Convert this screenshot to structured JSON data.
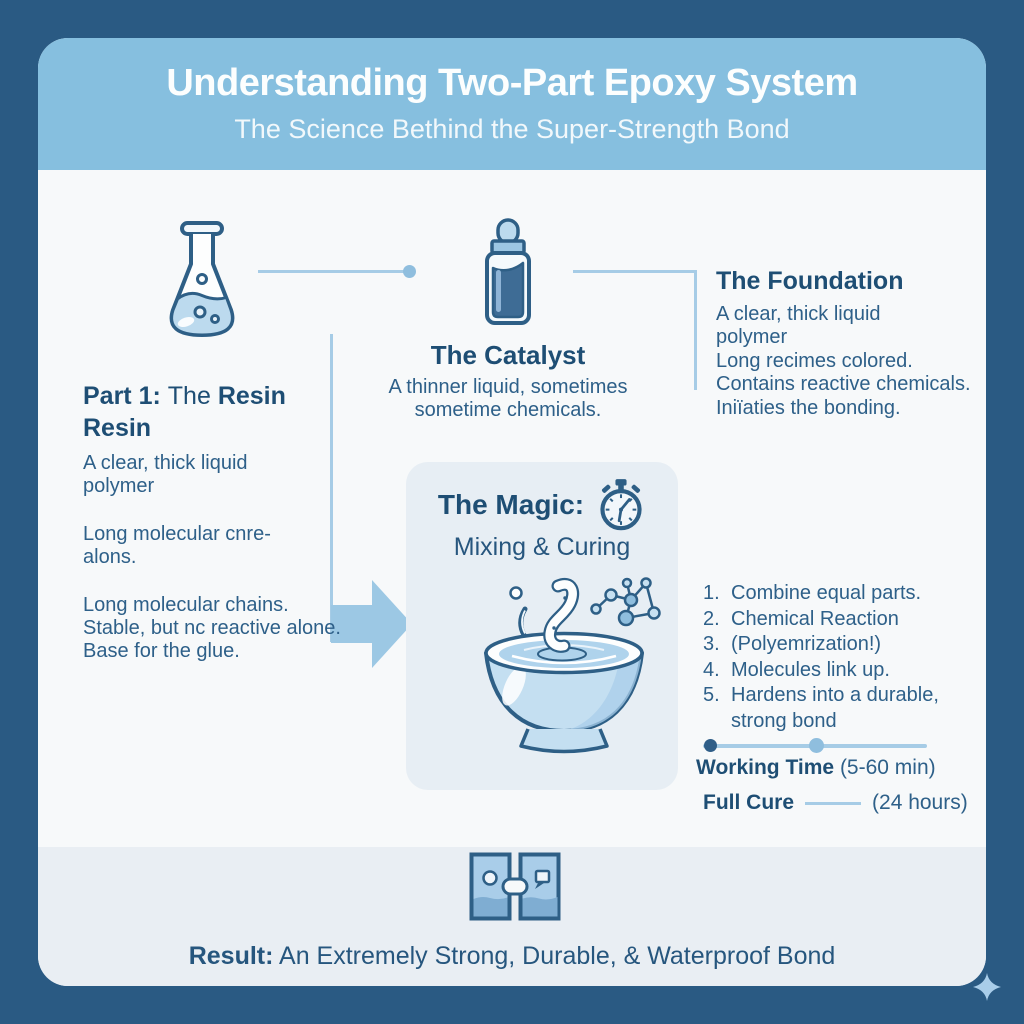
{
  "colors": {
    "outer_background": "#2A5A83",
    "header_blue": "#86BFDF",
    "panel_background": "#F7F9FA",
    "footer_background": "#E9EEF3",
    "magic_card_background": "#E7EEF4",
    "heading_text": "#1E4E74",
    "body_text": "#2E6089",
    "line_light_blue": "#A6CCE6",
    "arrow_blue": "#9CC8E4",
    "icon_outline": "#2E5F86",
    "icon_fill_light": "#A9CDE9",
    "bottle_liquid": "#3E6C95"
  },
  "icons": [
    "erlenmeyer-flask-icon",
    "dropper-bottle-icon",
    "stopwatch-icon",
    "mixing-bowl-icon",
    "molecule-icon",
    "splash-icon",
    "bonded-blocks-icon",
    "sparkle-icon"
  ],
  "header": {
    "title": "Understanding Two-Part Epoxy System",
    "subtitle": "The Science Bethind the Super-Strength Bond"
  },
  "resin": {
    "heading_bold1": "Part 1:",
    "heading_mid": "The",
    "heading_bold2": "Resin",
    "subheading": "Resin",
    "para1": [
      "A clear, thick liquid",
      "polymer"
    ],
    "para2": [
      "Long molecular cnre-",
      "alons."
    ],
    "para3": [
      "Long molecular chains.",
      "Stable, but nc reactive alone.",
      "Base for the glue."
    ]
  },
  "catalyst": {
    "heading": "The Catalyst",
    "lines": [
      "A thinner liquid, sometimes",
      "sometime chemicals."
    ]
  },
  "foundation": {
    "heading": "The Foundation",
    "lines": [
      "A clear, thick liquid",
      "polymer",
      "Long recimes colored.",
      "Contains reactive chemicals.",
      "Iniïaties the bonding."
    ]
  },
  "magic": {
    "heading": "The Magic:",
    "subheading": "Mixing & Curing"
  },
  "steps": {
    "items": [
      {
        "num": "1.",
        "text": "Combine equal parts."
      },
      {
        "num": "2.",
        "text": "Chemical Reaction"
      },
      {
        "num": "3.",
        "text": "(Polyemrization!)"
      },
      {
        "num": "4.",
        "text": "Molecules link up."
      },
      {
        "num": "5.",
        "text": "Hardens into a durable, strong bond"
      }
    ]
  },
  "timing": {
    "working_label": "Working Time",
    "working_value": "(5-60 min)",
    "full_label": "Full Cure",
    "full_value": "(24 hours)"
  },
  "result": {
    "label": "Result:",
    "text": "An Extremely Strong, Durable, & Waterproof Bond"
  }
}
